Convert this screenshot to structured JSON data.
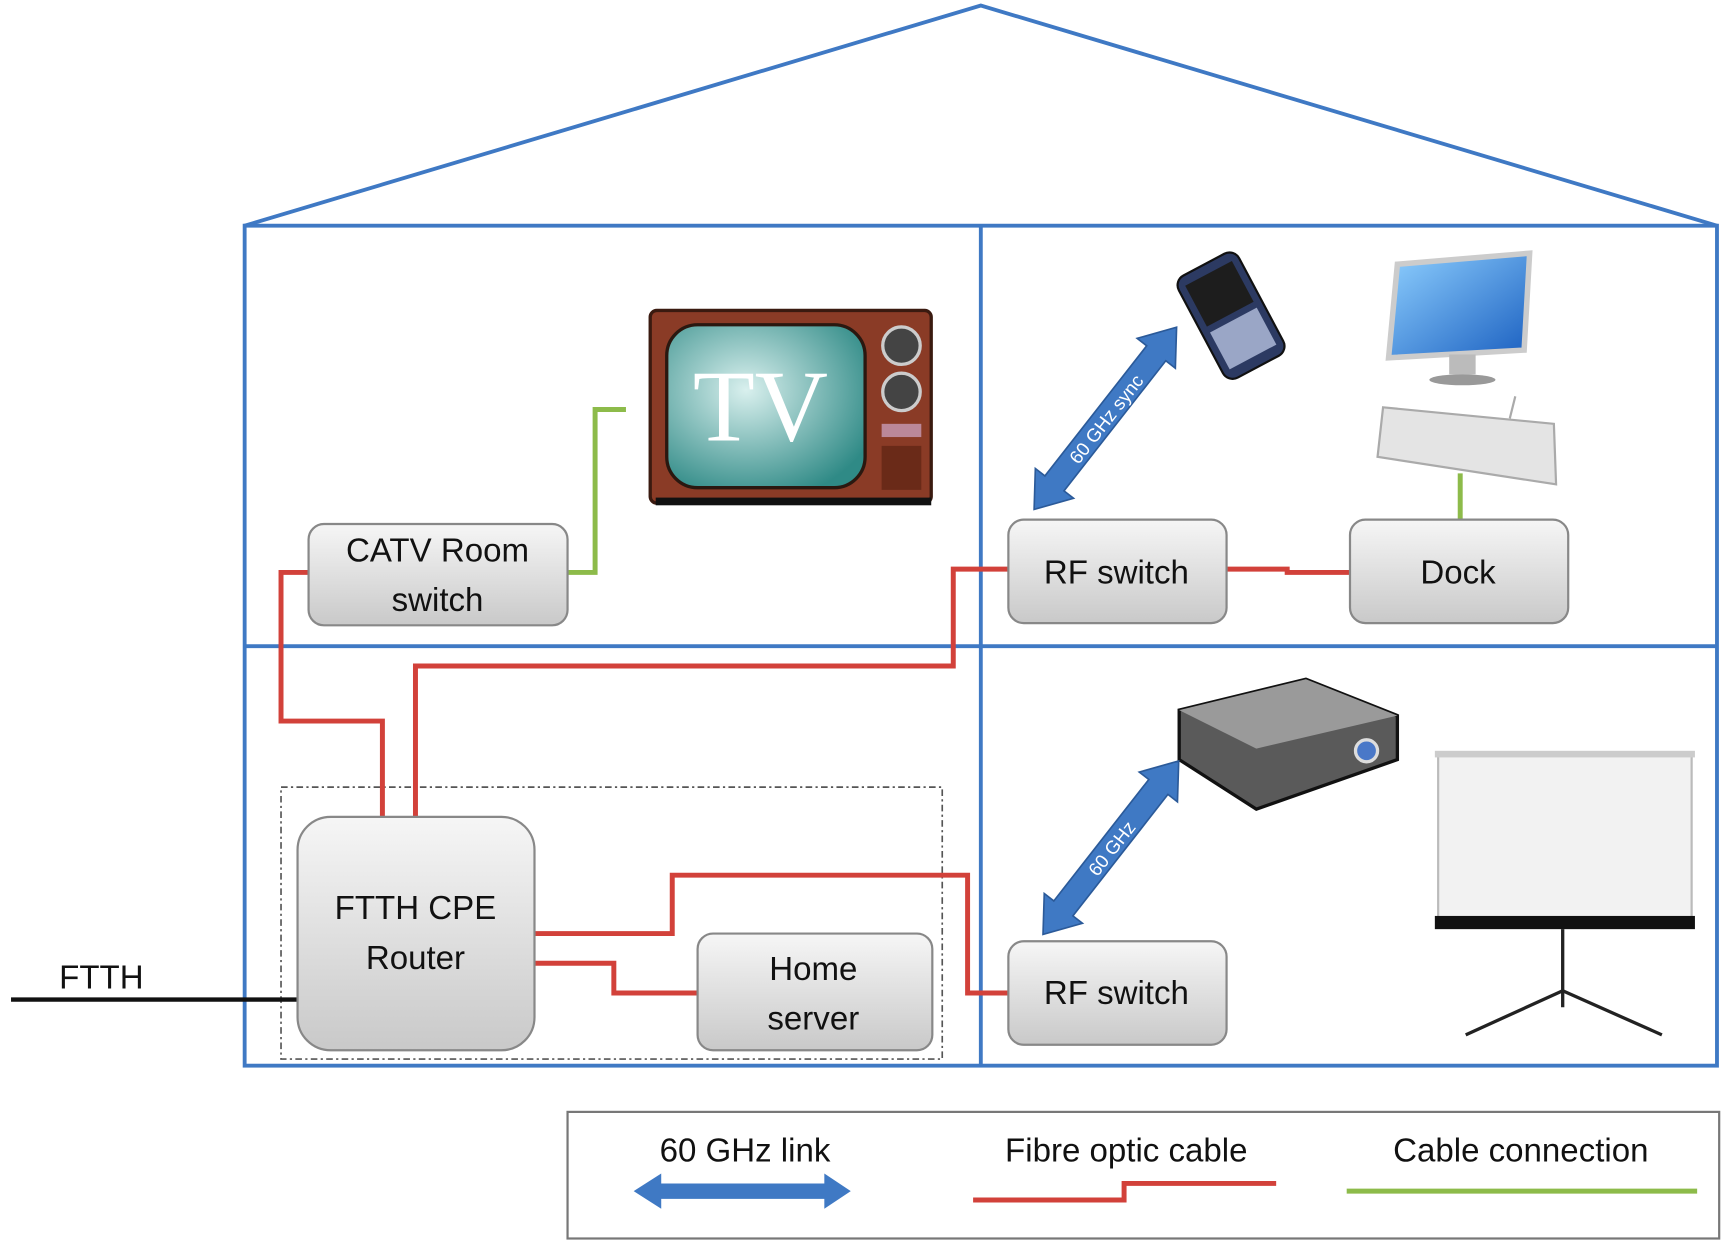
{
  "nodes": {
    "catv": [
      "CATV Room",
      "switch"
    ],
    "rf_top": "RF switch",
    "dock": "Dock",
    "router": [
      "FTTH CPE",
      "Router"
    ],
    "home_server": [
      "Home",
      "server"
    ],
    "rf_bottom": "RF switch"
  },
  "devices": {
    "tv": "TV",
    "phone": "smartphone-icon",
    "monitor": "monitor-icon",
    "keyboard": "keyboard-icon",
    "projector": "projector-icon",
    "screen": "projection-screen-icon"
  },
  "links": {
    "sync": "60 GHz sync",
    "projector": "60 GHz",
    "external": "FTTH"
  },
  "legend": {
    "link60": "60 GHz link",
    "fibre": "Fibre optic cable",
    "cable": "Cable connection"
  },
  "colors": {
    "walls": "#3f79c4",
    "fibre": "#d2413a",
    "cable": "#8dbb4a",
    "link60": "#3f79c4"
  }
}
